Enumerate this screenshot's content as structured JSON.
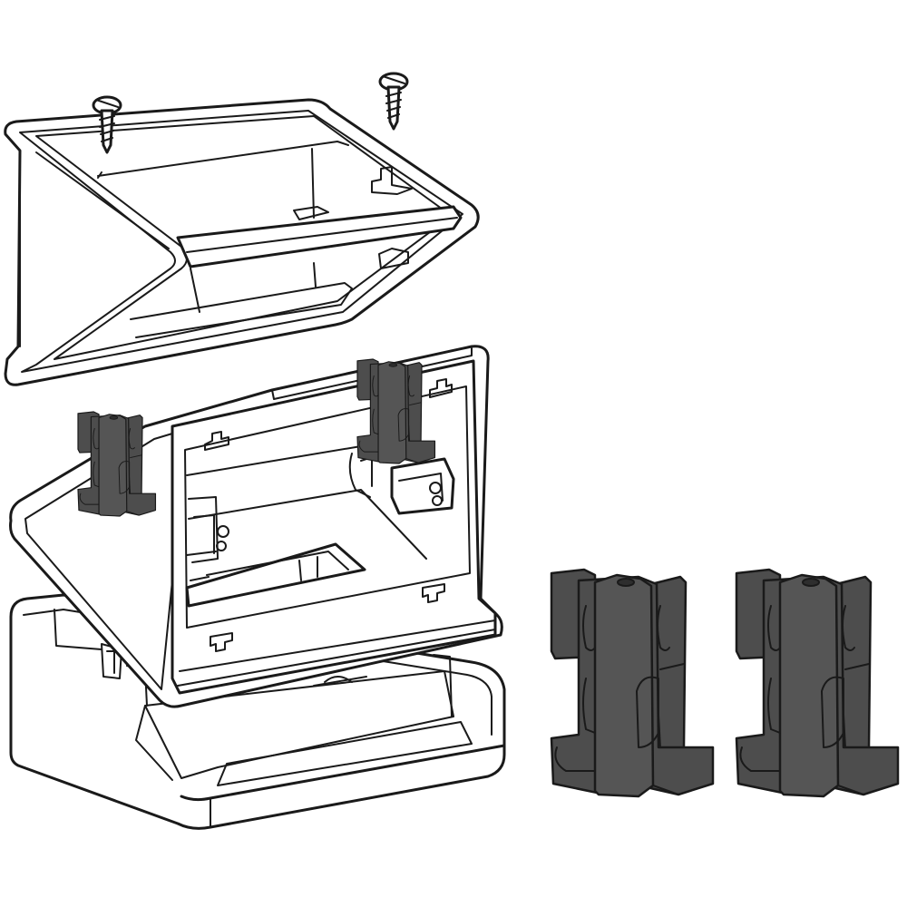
{
  "figure": {
    "description_text": "",
    "colors": {
      "line": "#1a1a1a",
      "background": "#ffffff",
      "clip_fill": "#4d4d4d",
      "clip_shadow": "#2e2e2e"
    },
    "parts": [
      {
        "id": "screw-left",
        "icon": "screw-icon"
      },
      {
        "id": "screw-right",
        "icon": "screw-icon"
      },
      {
        "id": "top-frame",
        "icon": "bezel-frame-icon"
      },
      {
        "id": "mounting-plate",
        "icon": "mounting-plate-icon"
      },
      {
        "id": "base-housing",
        "icon": "base-box-icon"
      },
      {
        "id": "clip-mounted-left",
        "icon": "clip-icon"
      },
      {
        "id": "clip-mounted-right",
        "icon": "clip-icon"
      },
      {
        "id": "clip-loose-left",
        "icon": "clip-icon"
      },
      {
        "id": "clip-loose-right",
        "icon": "clip-icon"
      }
    ]
  }
}
